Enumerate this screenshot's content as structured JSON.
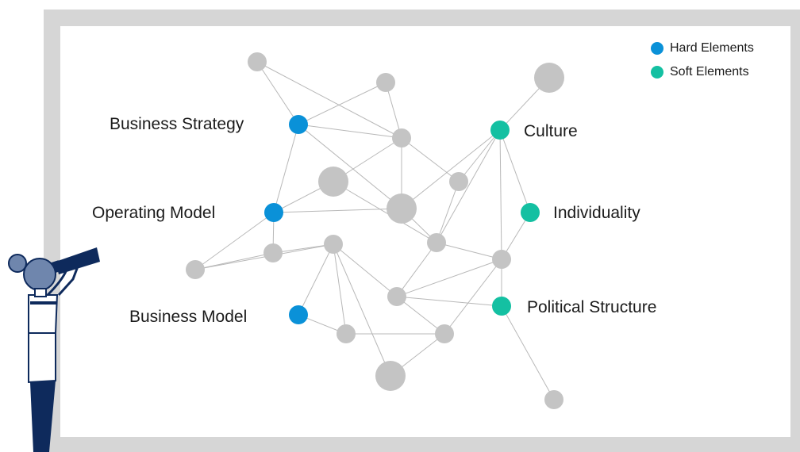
{
  "colors": {
    "hard": "#0a91d8",
    "soft": "#14c0a2",
    "neutral": "#c4c4c4",
    "frame": "#d6d6d6",
    "edge": "#b8b8b8",
    "person_dark": "#0e2a5c",
    "person_mid": "#6f86ad"
  },
  "legend": {
    "hard_label": "Hard Elements",
    "soft_label": "Soft Elements"
  },
  "labels": {
    "business_strategy": "Business Strategy",
    "operating_model": "Operating Model",
    "business_model": "Business Model",
    "culture": "Culture",
    "individuality": "Individuality",
    "political_structure": "Political Structure"
  },
  "nodes": [
    {
      "id": "n1",
      "kind": "neutral",
      "size": "m"
    },
    {
      "id": "n2",
      "kind": "neutral",
      "size": "m"
    },
    {
      "id": "n3",
      "kind": "neutral",
      "size": "l"
    },
    {
      "id": "bs",
      "kind": "hard",
      "size": "m"
    },
    {
      "id": "n4",
      "kind": "neutral",
      "size": "m"
    },
    {
      "id": "cu",
      "kind": "soft",
      "size": "m"
    },
    {
      "id": "n5",
      "kind": "neutral",
      "size": "l"
    },
    {
      "id": "n6",
      "kind": "neutral",
      "size": "m"
    },
    {
      "id": "om",
      "kind": "hard",
      "size": "m"
    },
    {
      "id": "n7",
      "kind": "neutral",
      "size": "l"
    },
    {
      "id": "in",
      "kind": "soft",
      "size": "m"
    },
    {
      "id": "n8",
      "kind": "neutral",
      "size": "m"
    },
    {
      "id": "n9",
      "kind": "neutral",
      "size": "m"
    },
    {
      "id": "n10",
      "kind": "neutral",
      "size": "m"
    },
    {
      "id": "n11",
      "kind": "neutral",
      "size": "m"
    },
    {
      "id": "n12",
      "kind": "neutral",
      "size": "m"
    },
    {
      "id": "n13",
      "kind": "neutral",
      "size": "m"
    },
    {
      "id": "bm",
      "kind": "hard",
      "size": "m"
    },
    {
      "id": "ps",
      "kind": "soft",
      "size": "m"
    },
    {
      "id": "n14",
      "kind": "neutral",
      "size": "m"
    },
    {
      "id": "n15",
      "kind": "neutral",
      "size": "m"
    },
    {
      "id": "n16",
      "kind": "neutral",
      "size": "l"
    },
    {
      "id": "n17",
      "kind": "neutral",
      "size": "m"
    }
  ],
  "edges": [
    [
      "n1",
      "bs"
    ],
    [
      "n1",
      "n4"
    ],
    [
      "n2",
      "bs"
    ],
    [
      "n2",
      "n4"
    ],
    [
      "n3",
      "cu"
    ],
    [
      "bs",
      "n4"
    ],
    [
      "bs",
      "om"
    ],
    [
      "bs",
      "n7"
    ],
    [
      "n4",
      "n5"
    ],
    [
      "n4",
      "n6"
    ],
    [
      "n4",
      "n7"
    ],
    [
      "cu",
      "n6"
    ],
    [
      "cu",
      "n7"
    ],
    [
      "cu",
      "in"
    ],
    [
      "cu",
      "n12"
    ],
    [
      "cu",
      "n9"
    ],
    [
      "n5",
      "om"
    ],
    [
      "n5",
      "n5b"
    ],
    [
      "om",
      "n7"
    ],
    [
      "om",
      "n10"
    ],
    [
      "om",
      "n8"
    ],
    [
      "n5",
      "n9"
    ],
    [
      "n6",
      "n9"
    ],
    [
      "n8",
      "n11"
    ],
    [
      "n8",
      "n10"
    ],
    [
      "n7",
      "n9"
    ],
    [
      "n9",
      "n12"
    ],
    [
      "in",
      "n12"
    ],
    [
      "n9",
      "n13"
    ],
    [
      "n12",
      "n13"
    ],
    [
      "n12",
      "ps"
    ],
    [
      "n13",
      "ps"
    ],
    [
      "n10",
      "n11"
    ],
    [
      "n11",
      "n13"
    ],
    [
      "n11",
      "n14"
    ],
    [
      "n11",
      "n16"
    ],
    [
      "bm",
      "n14"
    ],
    [
      "bm",
      "n11"
    ],
    [
      "n13",
      "n15"
    ],
    [
      "n14",
      "n15"
    ],
    [
      "n15",
      "n16"
    ],
    [
      "n15",
      "n12"
    ],
    [
      "ps",
      "n17"
    ]
  ]
}
